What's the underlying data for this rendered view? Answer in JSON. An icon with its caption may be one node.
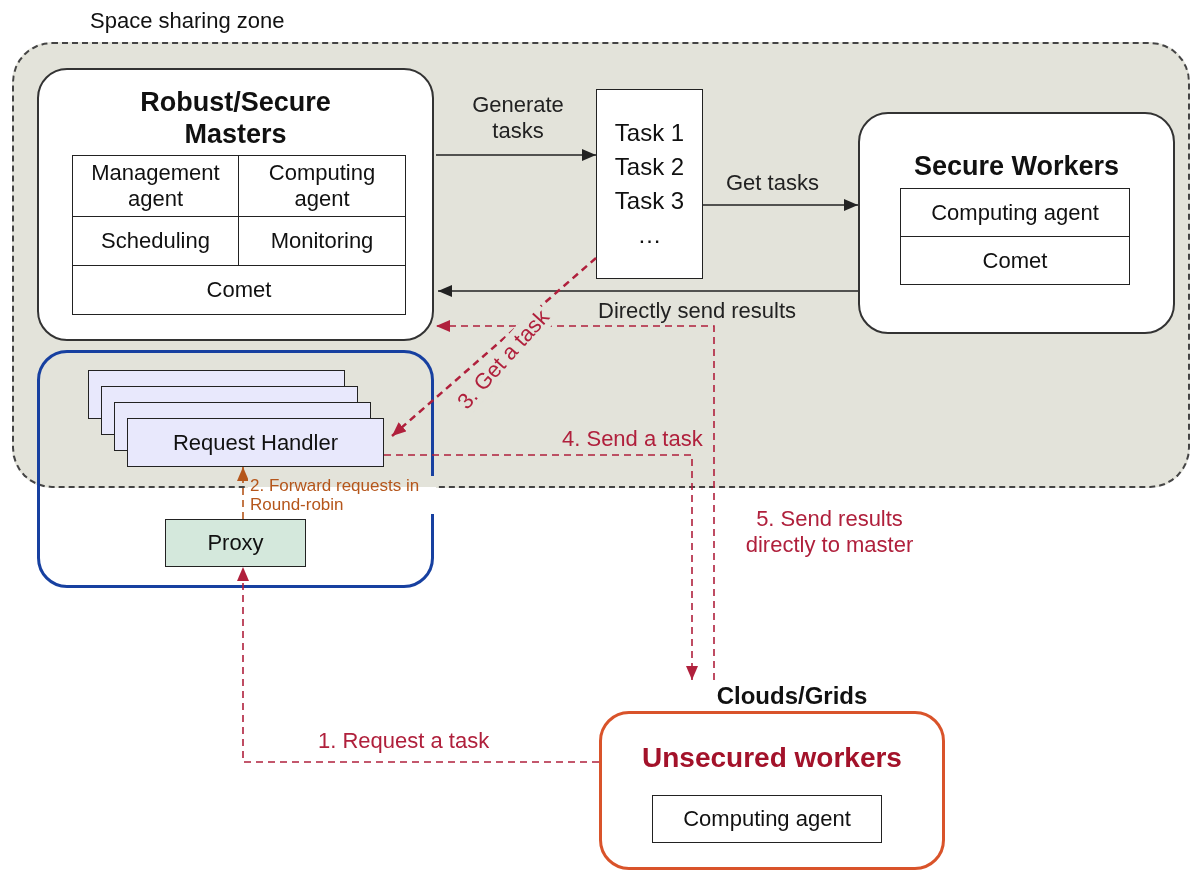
{
  "diagram": {
    "nodes": [
      {
        "text": [
          "Space sharing zone"
        ]
      },
      {
        "text": [
          "Robust/Secure Masters"
        ],
        "in": 0
      },
      {
        "text": [
          "Management agent"
        ],
        "in": 1
      },
      {
        "text": [
          "Computing agent"
        ],
        "in": 1
      },
      {
        "text": [
          "Scheduling"
        ],
        "in": 1
      },
      {
        "text": [
          "Monitoring"
        ],
        "in": 1
      },
      {
        "text": [
          "Comet"
        ],
        "in": 1
      },
      {
        "text": [
          "Task 1",
          "Task 2",
          "Task 3",
          "…"
        ],
        "in": 0
      },
      {
        "text": [
          "Secure Workers"
        ],
        "in": 0
      },
      {
        "text": [
          "Computing agent"
        ],
        "in": 8
      },
      {
        "text": [
          "Comet"
        ],
        "in": 8
      },
      {
        "text": [],
        "shape": "box"
      },
      {
        "text": [
          "Request Handler"
        ]
      },
      {
        "text": [
          "Proxy"
        ],
        "in": 11
      },
      {
        "text": [
          "Clouds/Grids",
          "Unsecured workers"
        ]
      },
      {
        "text": [
          "Computing agent"
        ],
        "in": 14
      }
    ],
    "edges": [
      {
        "from": 1,
        "to": 7,
        "arrow": "to",
        "label": "Generate tasks",
        "color": "#222222"
      },
      {
        "from": 7,
        "to": 8,
        "arrow": "to",
        "label": "Get tasks",
        "color": "#222222"
      },
      {
        "from": 8,
        "to": 1,
        "arrow": "to",
        "label": "Directly send results",
        "color": "#222222"
      },
      {
        "from": 7,
        "to": 12,
        "arrow": "to",
        "label": "3. Get a task",
        "style": "dashed"
      },
      {
        "from": 13,
        "to": 12,
        "arrow": "to",
        "label": "2. Forward requests in Round-robin",
        "style": "dashed",
        "color": "#b5561b"
      },
      {
        "from": 14,
        "to": 13,
        "arrow": "to",
        "label": "1. Request a task",
        "style": "dashed"
      },
      {
        "from": 12,
        "to": 14,
        "arrow": "to",
        "label": "4. Send a task",
        "style": "dashed"
      },
      {
        "from": 14,
        "to": 1,
        "arrow": "to",
        "label": "5. Send results directly to master",
        "style": "dashed"
      }
    ]
  }
}
